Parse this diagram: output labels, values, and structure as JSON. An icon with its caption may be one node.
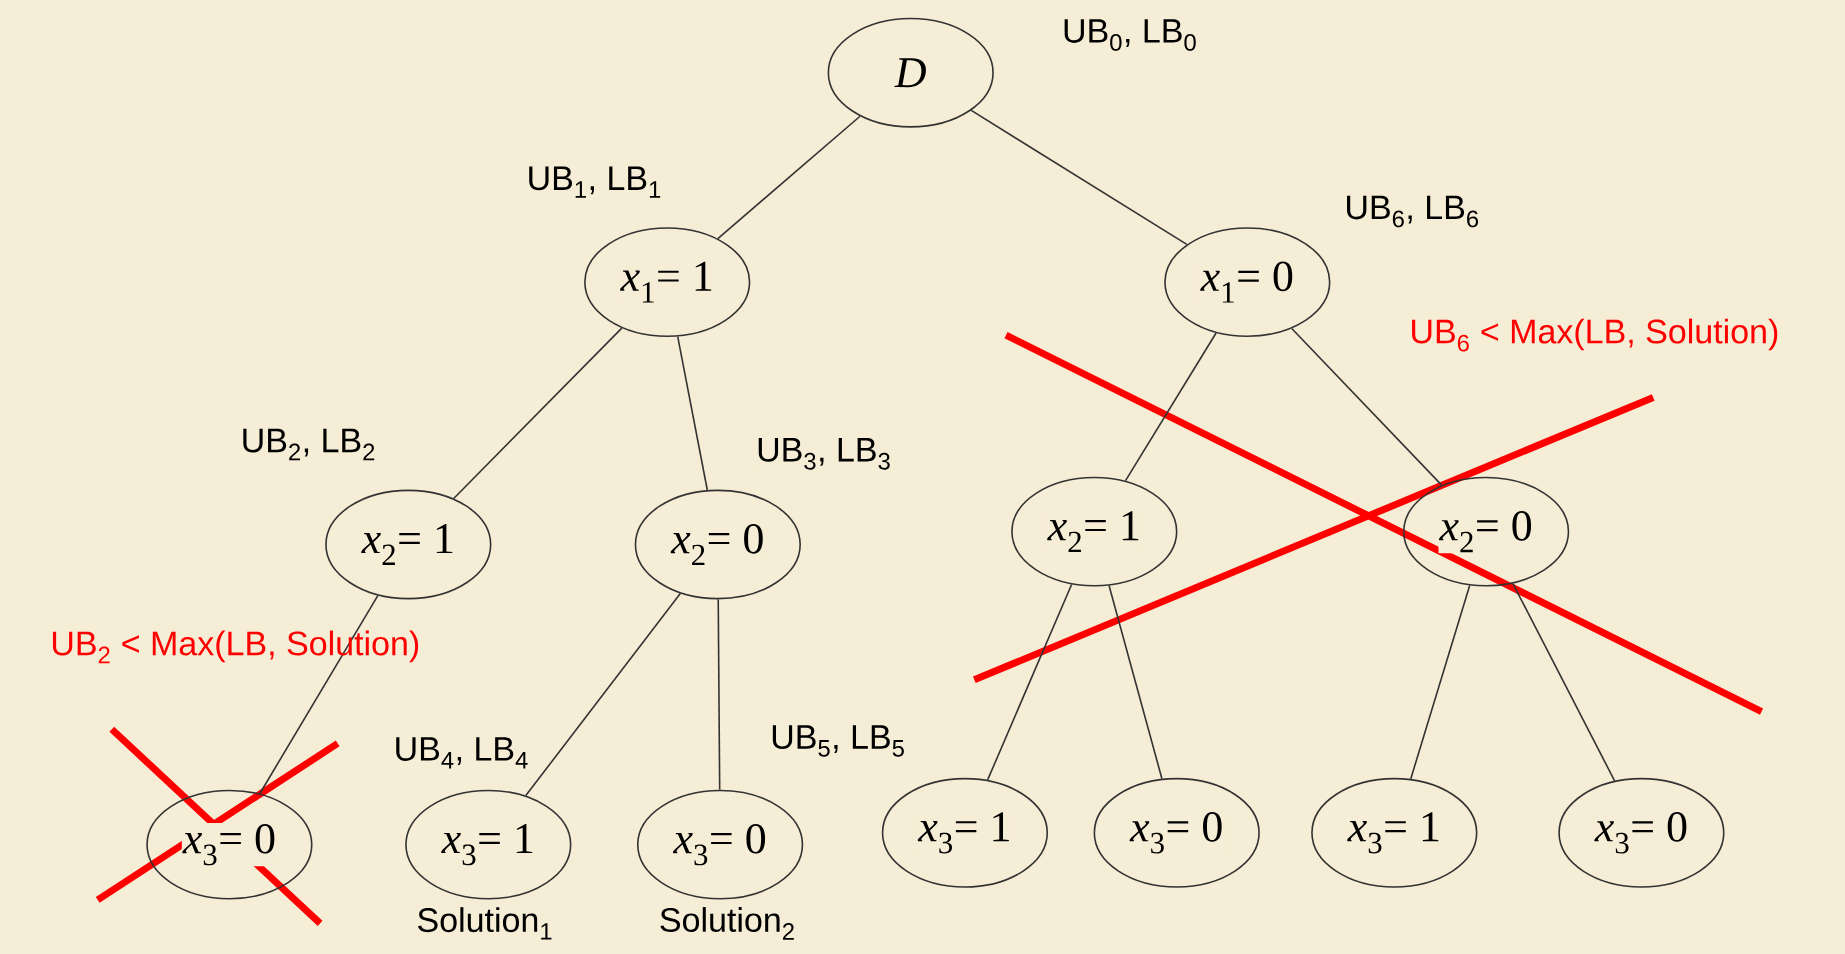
{
  "diagram": {
    "nodes": [
      {
        "text": [
          "*D*"
        ],
        "beside": [
          "UB$_{0}$, LB$_{0}$"
        ]
      },
      {
        "text": [
          "*x*$_{1}$= 1"
        ]
      },
      {
        "text": [
          "*x*$_{1}$= 0"
        ]
      },
      {
        "text": [
          "*x*$_{2}$= 1"
        ]
      },
      {
        "text": [
          "*x*$_{2}$= 0"
        ]
      },
      {
        "text": [
          "*x*$_{2}$= 1"
        ]
      },
      {
        "text": [
          "*x*$_{2}$= 0"
        ]
      },
      {
        "text": [
          "*x*$_{3}$= 0"
        ]
      },
      {
        "text": [
          "*x*$_{3}$= 1"
        ],
        "beside": [
          "Solution$_{1}$"
        ]
      },
      {
        "text": [
          "*x*$_{3}$= 0"
        ],
        "beside": [
          "Solution$_{2}$"
        ]
      },
      {
        "text": [
          "*x*$_{3}$= 1"
        ]
      },
      {
        "text": [
          "*x*$_{3}$= 0"
        ]
      },
      {
        "text": [
          "*x*$_{3}$= 1"
        ]
      },
      {
        "text": [
          "*x*$_{3}$= 0"
        ]
      }
    ],
    "edges": [
      {
        "from": 0,
        "to": 1,
        "arrow": "none",
        "label": "UB$_{1}$, LB$_{1}$"
      },
      {
        "from": 0,
        "to": 2,
        "arrow": "none",
        "label": "UB$_{6}$, LB$_{6}$"
      },
      {
        "from": 1,
        "to": 3,
        "arrow": "none",
        "label": "UB$_{2}$, LB$_{2}$"
      },
      {
        "from": 1,
        "to": 4,
        "arrow": "none",
        "label": "UB$_{3}$, LB$_{3}$"
      },
      {
        "from": 3,
        "to": 7,
        "arrow": "none"
      },
      {
        "from": 4,
        "to": 8,
        "arrow": "none",
        "label": "UB$_{4}$, LB$_{4}$"
      },
      {
        "from": 4,
        "to": 9,
        "arrow": "none",
        "label": "UB$_{5}$, LB$_{5}$"
      },
      {
        "from": 2,
        "to": 5,
        "arrow": "none"
      },
      {
        "from": 2,
        "to": 6,
        "arrow": "none"
      },
      {
        "from": 5,
        "to": 10,
        "arrow": "none"
      },
      {
        "from": 5,
        "to": 11,
        "arrow": "none"
      },
      {
        "from": 6,
        "to": 12,
        "arrow": "none"
      },
      {
        "from": 6,
        "to": 13,
        "arrow": "none"
      }
    ],
    "labels": [
      "UB$_{6}$ < Max(LB, Solution)",
      "UB$_{2}$ < Max(LB, Solution)"
    ]
  }
}
